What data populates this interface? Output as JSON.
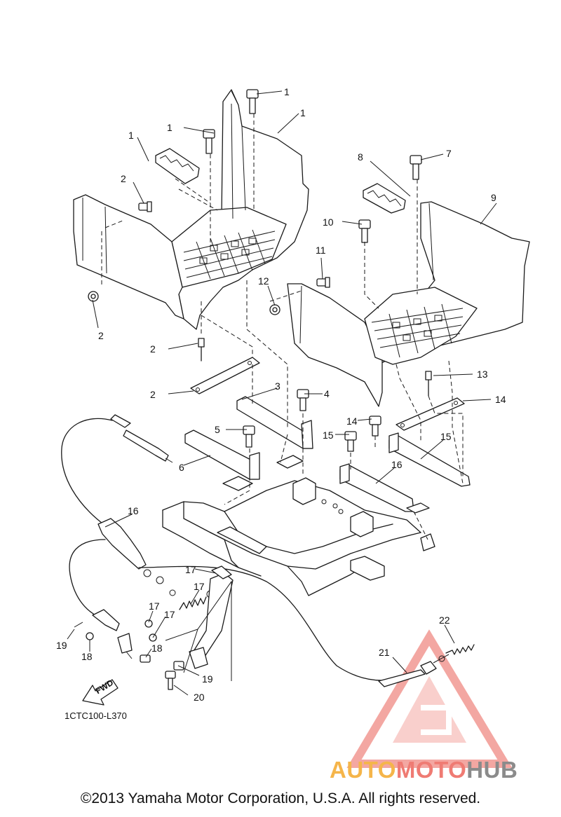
{
  "callouts": [
    {
      "id": "c1a",
      "text": "1"
    },
    {
      "id": "c1b",
      "text": "1"
    },
    {
      "id": "c1c",
      "text": "1"
    },
    {
      "id": "c1d",
      "text": "1"
    },
    {
      "id": "c2a",
      "text": "2"
    },
    {
      "id": "c2b",
      "text": "2"
    },
    {
      "id": "c2c",
      "text": "2"
    },
    {
      "id": "c2d",
      "text": "2"
    },
    {
      "id": "c3",
      "text": "3"
    },
    {
      "id": "c4",
      "text": "4"
    },
    {
      "id": "c5",
      "text": "5"
    },
    {
      "id": "c6",
      "text": "6"
    },
    {
      "id": "c7",
      "text": "7"
    },
    {
      "id": "c8",
      "text": "8"
    },
    {
      "id": "c9",
      "text": "9"
    },
    {
      "id": "c10",
      "text": "10"
    },
    {
      "id": "c11",
      "text": "11"
    },
    {
      "id": "c12",
      "text": "12"
    },
    {
      "id": "c13",
      "text": "13"
    },
    {
      "id": "c14a",
      "text": "14"
    },
    {
      "id": "c14b",
      "text": "14"
    },
    {
      "id": "c15a",
      "text": "15"
    },
    {
      "id": "c15b",
      "text": "15"
    },
    {
      "id": "c16a",
      "text": "16"
    },
    {
      "id": "c16b",
      "text": "16"
    },
    {
      "id": "c17a",
      "text": "17"
    },
    {
      "id": "c17b",
      "text": "17"
    },
    {
      "id": "c17c",
      "text": "17"
    },
    {
      "id": "c17d",
      "text": "17"
    },
    {
      "id": "c18a",
      "text": "18"
    },
    {
      "id": "c18b",
      "text": "18"
    },
    {
      "id": "c19a",
      "text": "19"
    },
    {
      "id": "c19b",
      "text": "19"
    },
    {
      "id": "c20",
      "text": "20"
    },
    {
      "id": "c21",
      "text": "21"
    },
    {
      "id": "c22",
      "text": "22"
    }
  ],
  "fwd_label": "FWD",
  "diagram_code": "1CTC100-L370",
  "watermark": {
    "part1": "AUTO",
    "part2": "MOTO",
    "part3": "HUB",
    "colors": {
      "auto": "#f5b54a",
      "moto": "#ef7b73",
      "hub": "#8b8b8b",
      "triangle": "#f08a83"
    }
  },
  "copyright": "©2013 Yamaha Motor Corporation, U.S.A. All rights reserved."
}
